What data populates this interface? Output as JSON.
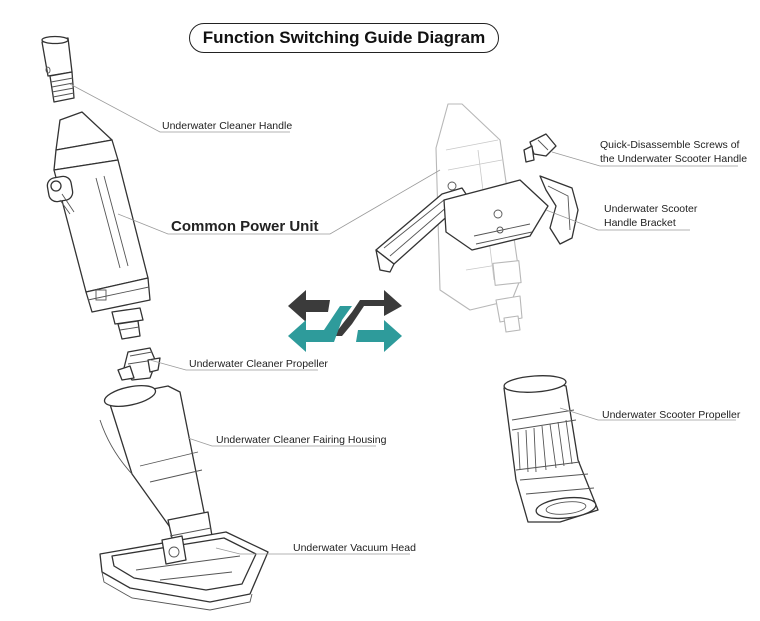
{
  "title": "Function Switching Guide Diagram",
  "labels": {
    "cleaner_handle": "Underwater Cleaner Handle",
    "power_unit": "Common Power Unit",
    "cleaner_propeller": "Underwater Cleaner Propeller",
    "fairing_housing": "Underwater Cleaner Fairing Housing",
    "vacuum_head": "Underwater Vacuum Head",
    "screws_line1": "Quick-Disassemble Screws of",
    "screws_line2": "the Underwater Scooter Handle",
    "bracket_line1": "Underwater Scooter",
    "bracket_line2": "Handle Bracket",
    "scooter_propeller": "Underwater Scooter Propeller"
  },
  "colors": {
    "arrow_dark": "#3b3b3b",
    "arrow_teal": "#2e9b9b",
    "line_art": "#333333",
    "leader": "#9a9a9a"
  },
  "icons": [
    "switch-arrows-icon"
  ]
}
